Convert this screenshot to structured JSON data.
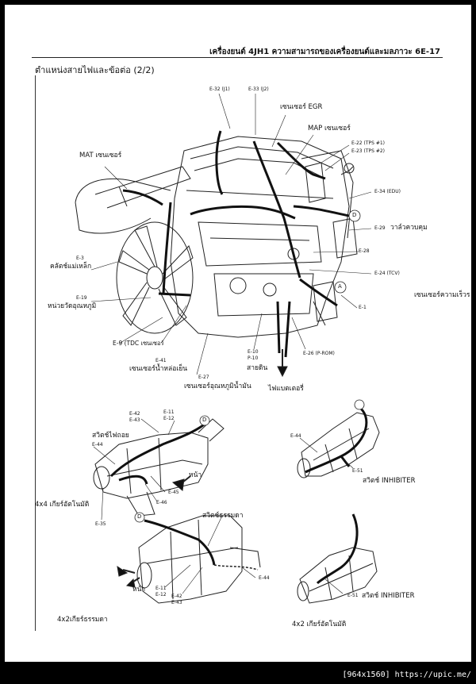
{
  "header": {
    "title": "เครื่องยนต์ 4JH1 ความสามารถของเครื่องยนต์และมลภาวะ  6E-17"
  },
  "section_title": "ตำแหน่งสายไฟและข้อต่อ (2/2)",
  "engine_callouts": {
    "e32": "E-32 (J1)",
    "e33": "E-33 (J2)",
    "egr_sensor": "เซนเซอร์ EGR",
    "map_sensor": "MAP เซนเซอร์",
    "e22": "E-22 (TPS #1)",
    "e23": "E-23 (TPS #2)",
    "mat_sensor": "MAT เซนเซอร์",
    "e34": "E-34 (EDU)",
    "e29": "E-29",
    "control_valve": "วาล์วควบคุม",
    "e28": "E-28",
    "e3": "E-3",
    "magnetic_clutch": "คลัตช์แม่เหล็ก",
    "e24": "E-24 (TCV)",
    "e19": "E-19",
    "temp_unit": "หน่วยวัดอุณหภูมิ",
    "speed_sensor": "เซนเซอร์ความเร็วร",
    "e1": "E-1",
    "e9": "E-9 (TDC เซนเซอร์",
    "e41": "E-41",
    "coolant_sensor": "เซนเซอร์น้ำหล่อเย็น",
    "e10": "E-10",
    "p10": "P-10",
    "ground": "สายดิน",
    "e26": "E-26 (P-ROM)",
    "e27": "E-27",
    "oil_temp_sensor": "เซนเซอร์อุณหภูมิน้ำมัน",
    "battery": "ไฟแบตเตอรี่",
    "marker_a": "A",
    "marker_d": "D"
  },
  "trans_4x4": {
    "e42": "E-42",
    "e43": "E-43",
    "e11": "E-11",
    "e12": "E-12",
    "switch_lamp": "สวิตช์ไฟถอย",
    "e44": "E-44",
    "e45": "E-45",
    "e46": "E-46",
    "front": "หน้า",
    "caption": "4x4 เกียร์อัตโนมัติ",
    "e35": "E-35",
    "marker_d": "D"
  },
  "trans_auto_top": {
    "e44": "E-44",
    "e51": "E-51",
    "switch": "สวิตช์ INHIBITER"
  },
  "trans_manual": {
    "switch_neutral": "สวิตช์ธรรมดา",
    "e44": "E-44",
    "front": "หน้า",
    "e11": "E-11",
    "e12": "E-12",
    "e42": "E-42",
    "e43": "E-43",
    "caption": "4x2เกียร์ธรรมดา",
    "marker_d": "D"
  },
  "trans_auto_bottom": {
    "e51": "E-51",
    "switch": "สวิตช์ INHIBITER",
    "caption": "4x2 เกียร์อัตโนมัติ"
  },
  "footer": {
    "text": "[964x1560] https://upic.me/"
  }
}
